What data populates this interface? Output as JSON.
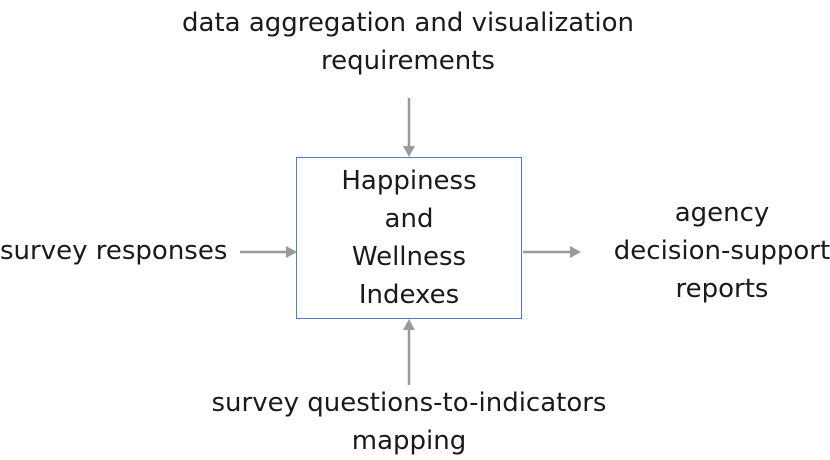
{
  "process": {
    "title_lines": [
      "Happiness",
      "and",
      "Wellness",
      "Indexes"
    ]
  },
  "control": {
    "lines": [
      "data aggregation and visualization",
      "requirements"
    ]
  },
  "input": {
    "lines": [
      "survey responses"
    ]
  },
  "output": {
    "lines": [
      "agency",
      "decision-support",
      "reports"
    ]
  },
  "mechanism": {
    "lines": [
      "survey questions-to-indicators",
      "mapping"
    ]
  },
  "colors": {
    "box_border": "#4a7ec0",
    "arrow": "#9a9a9a",
    "text": "#1a1a1a"
  }
}
